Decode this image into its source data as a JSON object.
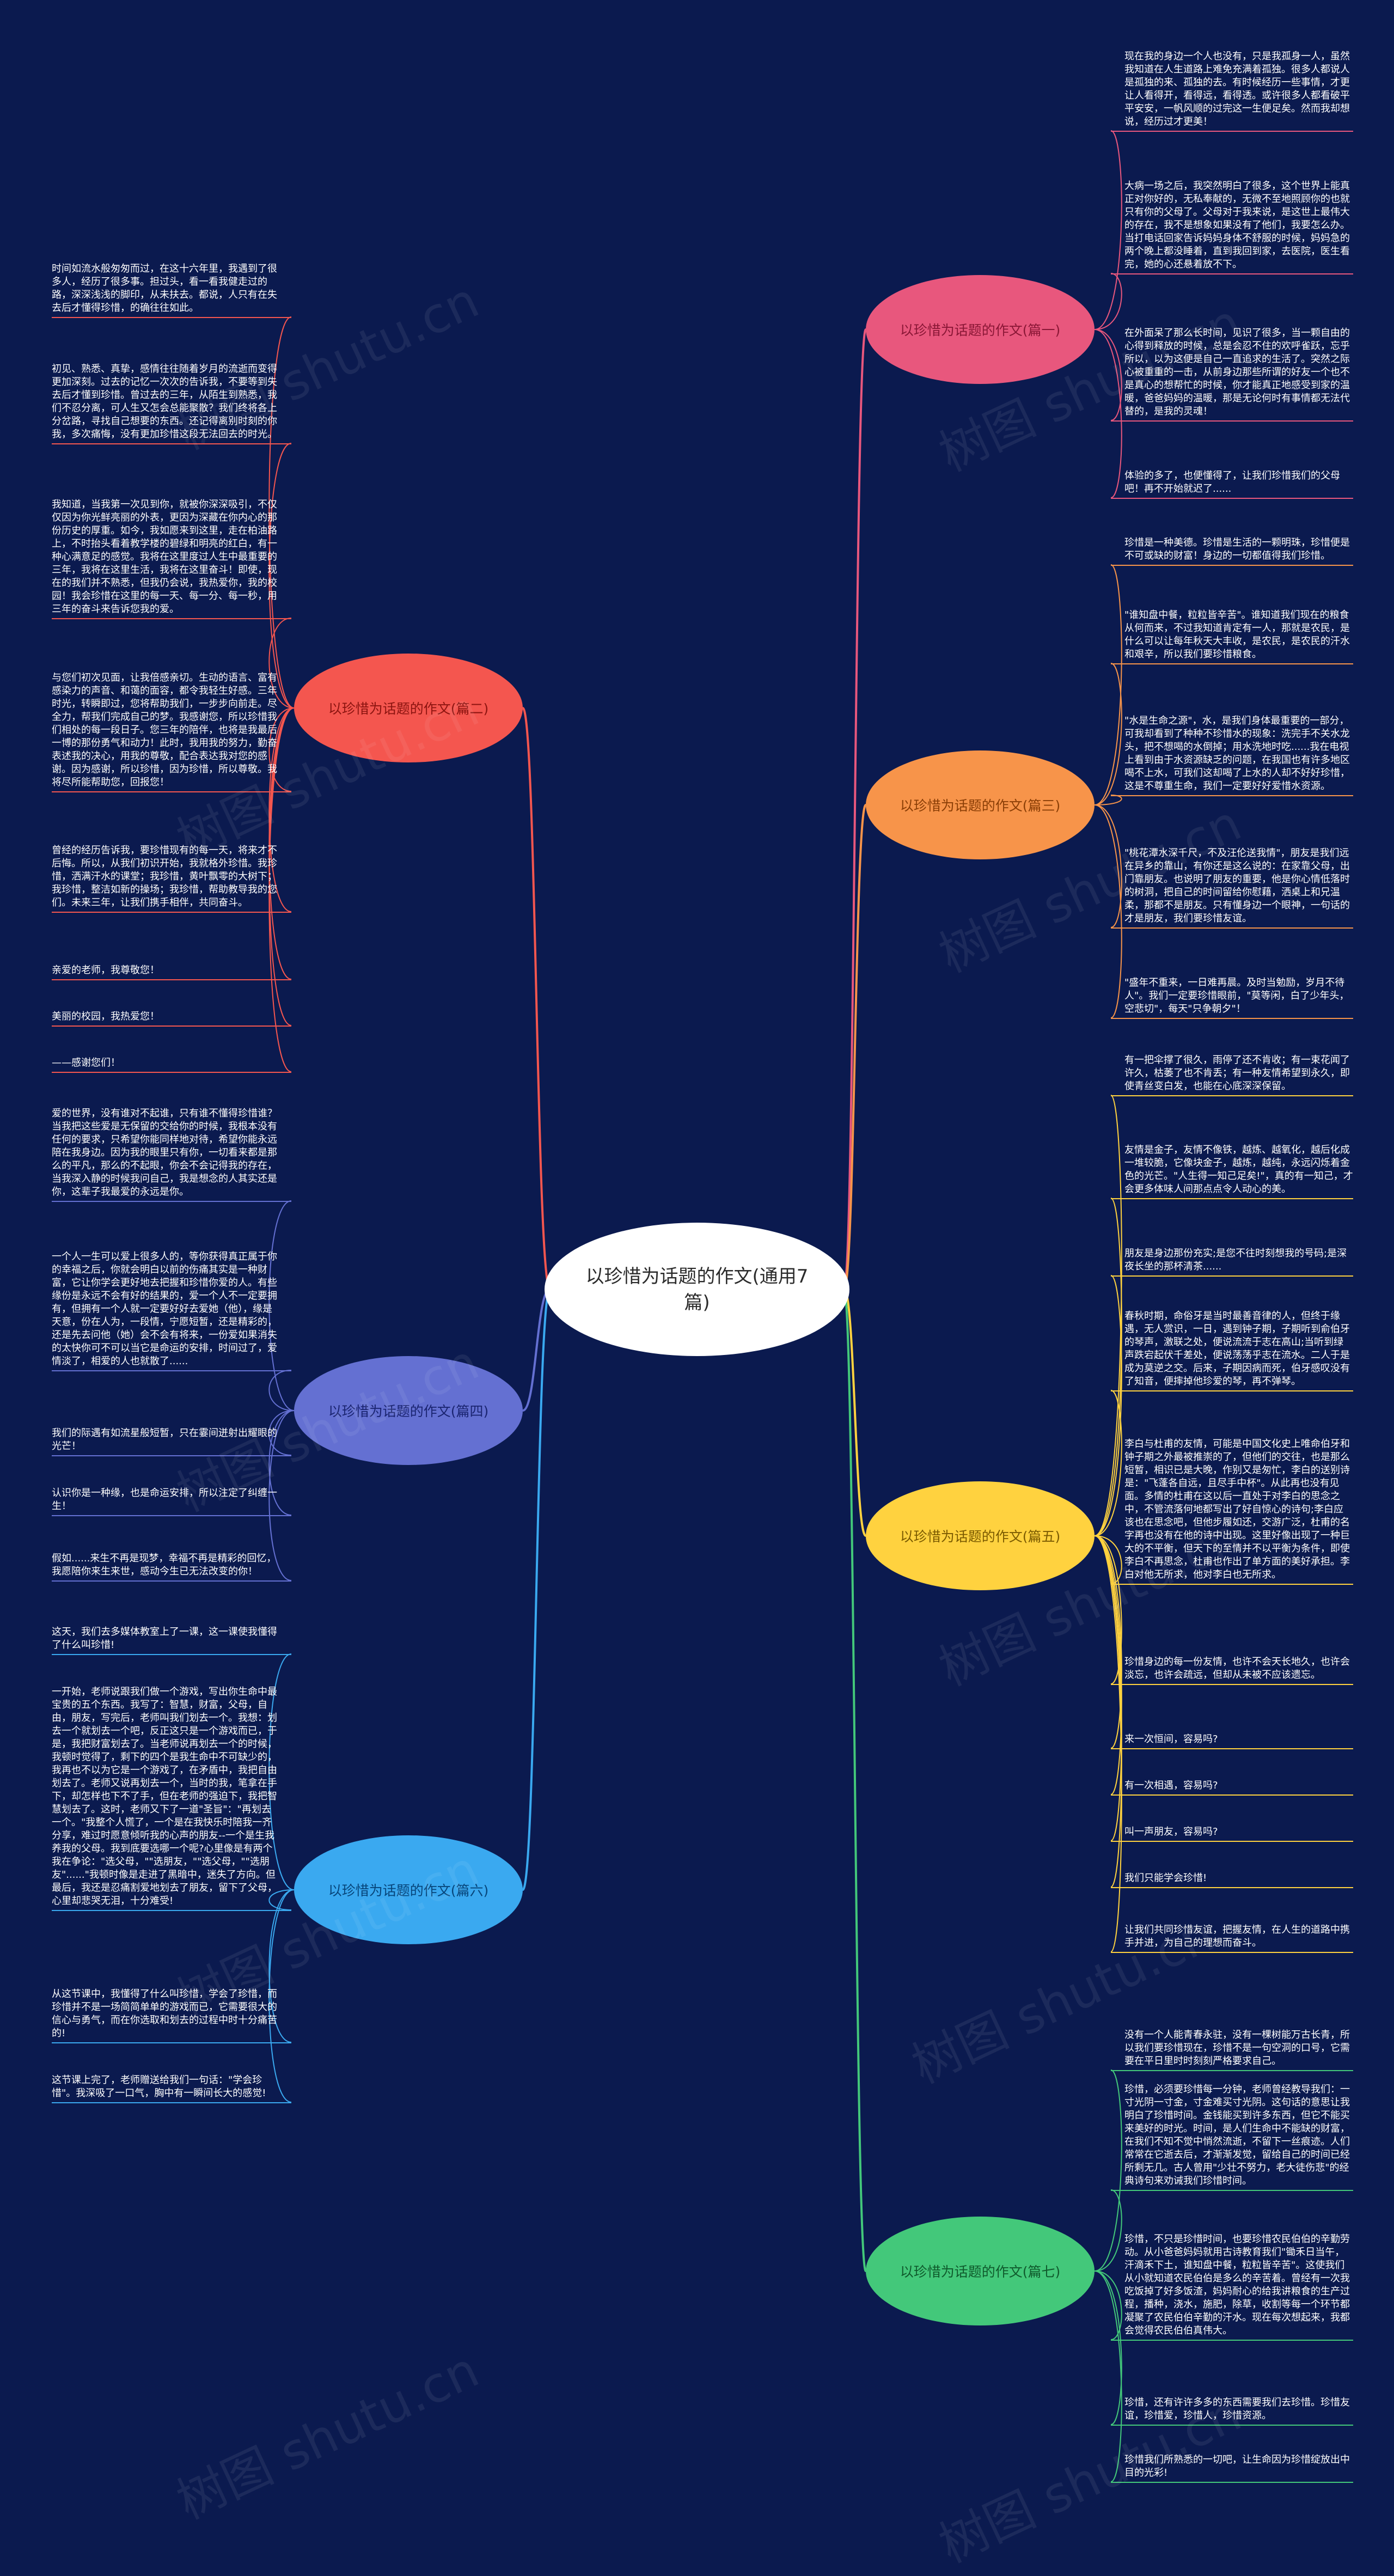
{
  "center": {
    "label": "以珍惜为话题的作文(通用7篇)"
  },
  "watermark": "树图 shutu.cn",
  "branches": [
    {
      "id": "b1",
      "label": "以珍惜为话题的作文(篇一)",
      "color": "#e8577d",
      "textColor": "#8a1736",
      "side": "right",
      "leaves": [
        "现在我的身边一个人也没有，只是我孤身一人，虽然我知道在人生道路上难免充满着孤独。很多人都说人是孤独的来、孤独的去。有时候经历一些事情，才更让人看得开，看得远，看得透。或许很多人都看破平平安安，一帆风顺的过完这一生便足矣。然而我却想说，经历过才更美！",
        "大病一场之后，我突然明白了很多，这个世界上能真正对你好的，无私奉献的，无微不至地照顾你的也就只有你的父母了。父母对于我来说，是这世上最伟大的存在，我不是想象如果没有了他们，我要怎么办。当打电话回家告诉妈妈身体不舒服的时候，妈妈急的两个晚上都没睡着，直到我回到家，去医院，医生看完，她的心还悬着放不下。",
        "在外面呆了那么长时间，见识了很多，当一颗自由的心得到释放的时候，总是会忍不住的欢呼雀跃，忘乎所以，以为这便是自己一直追求的生活了。突然之际心被重重的一击，从前身边那些所谓的好友一个也不是真心的想帮忙的时候，你才能真正地感受到家的温暖，爸爸妈妈的温暖，那是无论何时有事情都无法代替的，是我的灵魂！",
        "体验的多了，也便懂得了，让我们珍惜我们的父母吧！再不开始就迟了......"
      ]
    },
    {
      "id": "b2",
      "label": "以珍惜为话题的作文(篇二)",
      "color": "#f4564f",
      "textColor": "#8c1410",
      "side": "left",
      "leaves": [
        "时间如流水般匆匆而过，在这十六年里，我遇到了很多人，经历了很多事。担过头，看一看我健走过的路，深深浅浅的脚印，从未扶去。都说，人只有在失去后才懂得珍惜，的确往往如此。",
        "初见、熟悉、真挚，感情往往随着岁月的流逝而变得更加深刻。过去的记忆一次次的告诉我，不要等到失去后才懂到珍惜。曾过去的三年，从陌生到熟悉，我们不忍分离，可人生又怎会总能聚散？我们终将各上分岔路，寻找自己想要的东西。还记得离别时刻的你我，多次痛悔，没有更加珍惜这段无法回去的时光。",
        "我知道，当我第一次见到你，就被你深深吸引，不仅仅因为你光鲜亮丽的外表，更因为深藏在你内心的那份历史的厚重。如今，我如愿来到这里，走在柏油路上，不时抬头看着教学楼的碧绿和明亮的红白，有一种心满意足的感觉。我将在这里度过人生中最重要的三年，我将在这里生活，我将在这里奋斗！即使，现在的我们并不熟悉，但我仍会说，我热爱你，我的校园！我会珍惜在这里的每一天、每一分、每一秒，用三年的奋斗来告诉您我的爱。",
        "与您们初次见面，让我倍感亲切。生动的语言、富有感染力的声音、和蔼的面容，都令我轻生好感。三年时光，转瞬即过，您将帮助我们，一步步向前走。尽全力，帮我们完成自己的梦。我感谢您，所以珍惜我们相处的每一段日子。您三年的陪伴，也将是我最后一博的那份勇气和动力！此时，我用我的努力，勤奋表述我的决心，用我的尊敬，配合表达我对您的感谢。因为感谢，所以珍惜，因为珍惜，所以尊敬。我将尽所能帮助您，回报您！",
        "曾经的经历告诉我，要珍惜现有的每一天，将来才不后悔。所以，从我们初识开始，我就格外珍惜。我珍惜，洒满汗水的课堂；我珍惜，黄叶飘零的大树下；我珍惜，整洁如新的操场；我珍惜，帮助教导我的您们。未来三年，让我们携手相伴，共同奋斗。",
        "亲爱的老师，我尊敬您！",
        "美丽的校园，我热爱您！",
        "——感谢您们！"
      ]
    },
    {
      "id": "b3",
      "label": "以珍惜为话题的作文(篇三)",
      "color": "#f7944a",
      "textColor": "#8a3e06",
      "side": "right",
      "leaves": [
        "珍惜是一种美德。珍惜是生活的一颗明珠，珍惜便是不可或缺的财富！身边的一切都值得我们珍惜。",
        "\"谁知盘中餐，粒粒皆辛苦\"。谁知道我们现在的粮食从何而来，不过我知道肯定有一人，那就是农民，是什么可以让每年秋天大丰收，是农民，是农民的汗水和艰辛，所以我们要珍惜粮食。",
        "\"水是生命之源\"，水，是我们身体最重要的一部分，可我却看到了种种不珍惜水的现象：洗完手不关水龙头，把不想喝的水倒掉；用水洗地时吃......我在电视上看到由于水资源缺乏的问题，在我国也有许多地区喝不上水，可我们这却喝了上水的人却不好好珍惜，这是不尊重生命，我们一定要好好爱惜水资源。",
        "\"桃花潭水深千尺，不及汪伦送我情\"，朋友是我们远在异乡的靠山，有你还是这么说的：在家靠父母，出门靠朋友。也说明了朋友的重要，他是你心情低落时的树洞，把自己的时间留给你慰藉，洒桌上和兄温柔，那都不是朋友。只有懂身边一个眼神，一句话的才是朋友，我们要珍惜友谊。",
        "\"盛年不重来，一日难再晨。及时当勉励，岁月不待人\"。我们一定要珍惜眼前，\"莫等闲，白了少年头，空悲切\"，每天\"只争朝夕\"！"
      ]
    },
    {
      "id": "b4",
      "label": "以珍惜为话题的作文(篇四)",
      "color": "#6470d2",
      "textColor": "#1a2470",
      "side": "left",
      "leaves": [
        "爱的世界，没有谁对不起谁，只有谁不懂得珍惜谁？当我把这些爱是无保留的交给你的时候，我根本没有任何的要求，只希望你能同样地对待，希望你能永远陪在我身边。因为我的眼里只有你，一切看来都是那么的平凡，那么的不起眼，你会不会记得我的存在，当我深入静的时候我问自己，我是想念的人其实还是你，这辈子我最爱的永远是你。",
        "一个人一生可以爱上很多人的，等你获得真正属于你的幸福之后，你就会明白以前的伤痛其实是一种财富，它让你学会更好地去把握和珍惜你爱的人。有些缘份是永远不会有好的结果的，爱一个人不一定要拥有，但拥有一个人就一定要好好去爱她（他），缘是天意，份在人为，一段情，宁愿短暂，还是精彩的，还是先去问他（她）会不会有将来，一份爱如果消失的太快你可不可以当它是命运的安排，时间过了，爱情淡了，相爱的人也就散了......",
        "我们的际遇有如流星般短暂，只在霎间迸射出耀眼的光芒！",
        "认识你是一种缘，也是命运安排，所以注定了纠缠一生！",
        "假如......来生不再是现梦，幸福不再是精彩的回忆，我愿陪你来生来世，感动今生已无法改变的你！"
      ]
    },
    {
      "id": "b5",
      "label": "以珍惜为话题的作文(篇五)",
      "color": "#ffd23f",
      "textColor": "#7a5a00",
      "side": "right",
      "leaves": [
        "有一把伞撑了很久，雨停了还不肯收；有一束花闻了许久，枯萎了也不肯丢；有一种友情希望到永久，即使青丝变白发，也能在心底深深保留。",
        "友情是金子，友情不像铁，越炼、越氧化，越后化成一堆较脆，它像块金子，越炼，越纯，永远闪烁着金色的光芒。\"人生得一知己足矣!\"，真的有一知己，才会更多体味人间那点点令人动心的美。",
        "朋友是身边那份充实;是您不往时刻想我的号码;是深夜长坐的那杯清茶......",
        "春秋时期，命俗牙是当时最善音律的人，但终于缘遇，无人赏识，一日，遇到钟子期，子期听到俞伯牙的琴声，激联之处，便说流流于志在高山;当听到绿声跌宕起伏千差处，便说荡荡乎志在流水。二人于是成为莫逆之交。后来，子期因病而死，伯牙感叹没有了知音，便摔掉他珍爱的琴，再不弹琴。",
        "李白与杜甫的友情，可能是中国文化史上唯命伯牙和钟子期之外最被推崇的了，但他们的交往，也是那么短暂，相识已是大晚，作别又是匆忙，李白的送别诗是：\"飞蓬各自远，且尽手中杯\"。从此再也没有见面。多情的杜甫在这以后一直处于对李白的思念之中，不管流落何地都写出了好自惊心的诗句;李白应该也在思念吧，但他步履如还，交游广泛，杜甫的名字再也没有在他的诗中出现。这里好像出现了一种巨大的不平衡，但天下的至情并不以平衡为条件，即使李白不再思念，杜甫也作出了单方面的美好承担。李白对他无所求，他对李白也无所求。",
        "珍惜身边的每一份友情，也许不会天长地久，也许会淡忘，也许会疏远，但却从未被不应该遗忘。",
        "来一次恒间，容易吗?",
        "有一次相遇，容易吗?",
        "叫一声朋友，容易吗?",
        "我们只能学会珍惜!",
        "让我们共同珍惜友谊，把握友情，在人生的道路中携手并进，为自己的理想而奋斗。"
      ]
    },
    {
      "id": "b6",
      "label": "以珍惜为话题的作文(篇六)",
      "color": "#3aa9f0",
      "textColor": "#07457a",
      "side": "left",
      "leaves": [
        "这天，我们去多媒体教室上了一课，这一课使我懂得了什么叫珍惜!",
        "一开始，老师说跟我们做一个游戏，写出你生命中最宝贵的五个东西。我写了：智慧，财富，父母，自由，朋友，写完后，老师叫我们划去一个。我想：划去一个就划去一个吧，反正这只是一个游戏而已，于是，我把财富划去了。当老师说再划去一个的时候，我顿时觉得了，剩下的四个是我生命中不可缺少的，我再也不以为它是一个游戏了，在矛盾中，我把自由划去了。老师又说再划去一个，当时的我，笔拿在手下，却怎样也下不了手，但在老师的强迫下，我把智慧划去了。这时，老师又下了一道\"圣旨\"：\"再划去一个。\"我整个人慌了，一个是在我快乐时陪我一齐分享，难过时愿意倾听我的心声的朋友--一个是生我养我的父母。我到底要选哪一个呢?心里像是有两个我在争论：\"选父母，\"\"选朋友，\"\"选父母，\"\"选朋友\"......\"我顿时像是走进了黑暗中，迷失了方向。但最后，我还是忍痛割爱地划去了朋友，留下了父母，心里却悲哭无泪，十分难受!",
        "从这节课中，我懂得了什么叫珍惜，学会了珍惜，而珍惜并不是一场简简单单的游戏而已，它需要很大的信心与勇气，而在你选取和划去的过程中时十分痛苦的!",
        "这节课上完了，老师赠送给我们一句话：\"学会珍惜\"。我深吸了一口气，胸中有一瞬间长大的感觉!"
      ]
    },
    {
      "id": "b7",
      "label": "以珍惜为话题的作文(篇七)",
      "color": "#43c87a",
      "textColor": "#0f5a2c",
      "side": "right",
      "leaves": [
        "没有一个人能青春永驻，没有一棵树能万古长青，所以我们要珍惜现在，珍惜不是一句空洞的口号，它需要在平日里时时刻刻严格要求自己。",
        "珍惜，必须要珍惜每一分钟，老师曾经教导我们：一寸光阴一寸金，寸金难买寸光阴。这句话的意思让我明白了珍惜时间。金钱能买到许多东西，但它不能买来美好的时光。时间，是人们生命中不能缺的财富，在我们不知不觉中悄然流逝，不留下一丝痕迹。人们常常在它逝去后，才渐渐发觉，留给自己的时间已经所剩无几。古人曾用\"少壮不努力，老大徒伤悲\"的经典诗句来劝诫我们珍惜时间。",
        "珍惜，不只是珍惜时间，也要珍惜农民伯伯的辛勤劳动。从小爸爸妈妈就用古诗教育我们\"锄禾日当午，汗滴禾下土，谁知盘中餐，粒粒皆辛苦\"。这使我们从小就知道农民伯伯是多么的辛苦着。曾经有一次我吃饭掉了好多饭渣，妈妈耐心的给我讲粮食的生产过程，播种，浇水，施肥，除草，收割等每一个环节都凝聚了农民伯伯辛勤的汗水。现在每次想起来，我都会觉得农民伯伯真伟大。",
        "珍惜，还有许许多多的东西需要我们去珍惜。珍惜友谊，珍惜爱，珍惜人，珍惜资源。",
        "珍惜我们所熟悉的一切吧，让生命因为珍惜绽放出中目的光彩!"
      ]
    }
  ]
}
